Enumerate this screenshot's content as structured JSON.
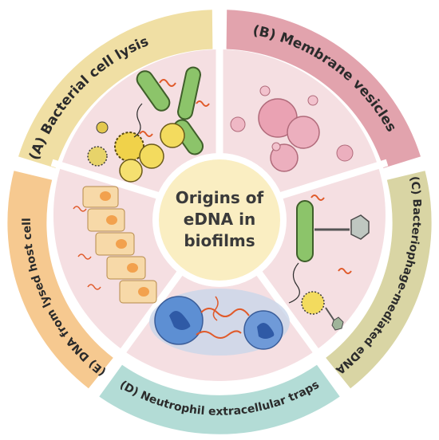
{
  "center": {
    "line1": "Origins of",
    "line2": "eDNA in",
    "line3": "biofilms"
  },
  "segments": [
    {
      "id": "A",
      "label": "(A) Bacterial cell lysis",
      "color": "#f0dfa4"
    },
    {
      "id": "B",
      "label": "(B) Membrane vesicles",
      "color": "#e2a3ad"
    },
    {
      "id": "C",
      "label": "(C) Bacteriophage-mediated eDNA",
      "color": "#d9d5a4"
    },
    {
      "id": "D",
      "label": "(D) Neutrophil extracellular traps",
      "color": "#b3dcd6"
    },
    {
      "id": "E",
      "label": "(E) DNA from lysed host cell",
      "color": "#f6c990"
    }
  ],
  "colors": {
    "inner_panel": "#f5dfe2",
    "center_fill": "#faeec2",
    "divider": "#ffffff"
  }
}
